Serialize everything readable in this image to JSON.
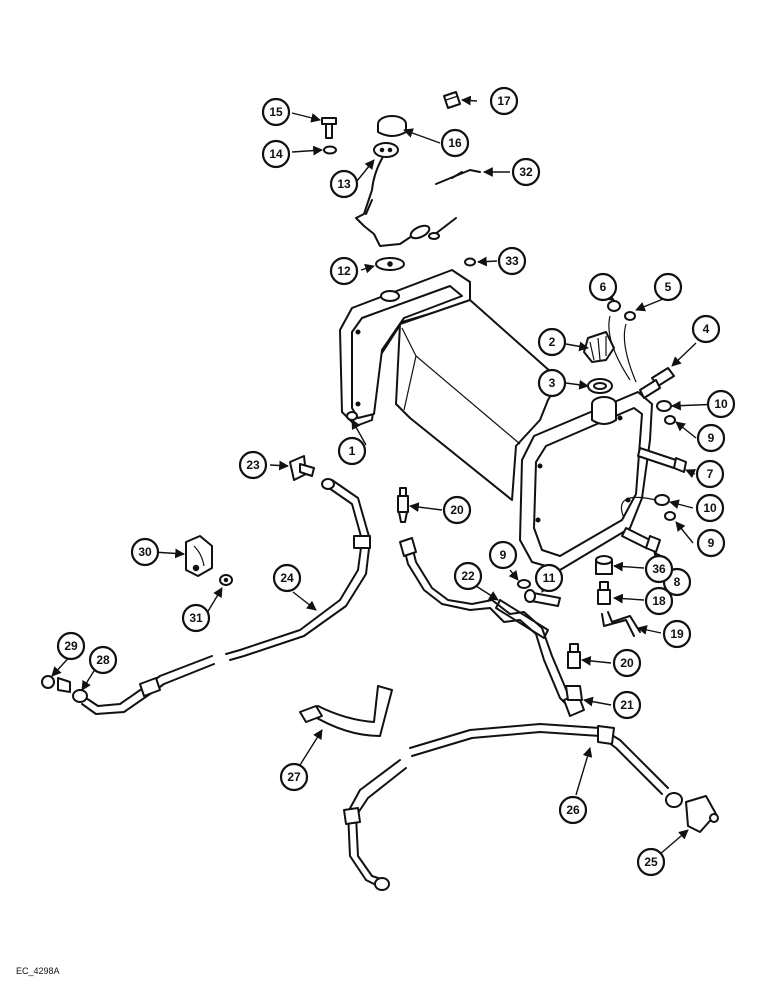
{
  "reference_code": "EC_4298A",
  "callouts": [
    "1",
    "2",
    "3",
    "4",
    "5",
    "6",
    "7",
    "8",
    "9",
    "9",
    "9",
    "10",
    "10",
    "11",
    "12",
    "13",
    "14",
    "15",
    "16",
    "17",
    "18",
    "19",
    "20",
    "20",
    "21",
    "22",
    "23",
    "24",
    "25",
    "26",
    "27",
    "28",
    "29",
    "30",
    "31",
    "32",
    "33",
    "36"
  ]
}
